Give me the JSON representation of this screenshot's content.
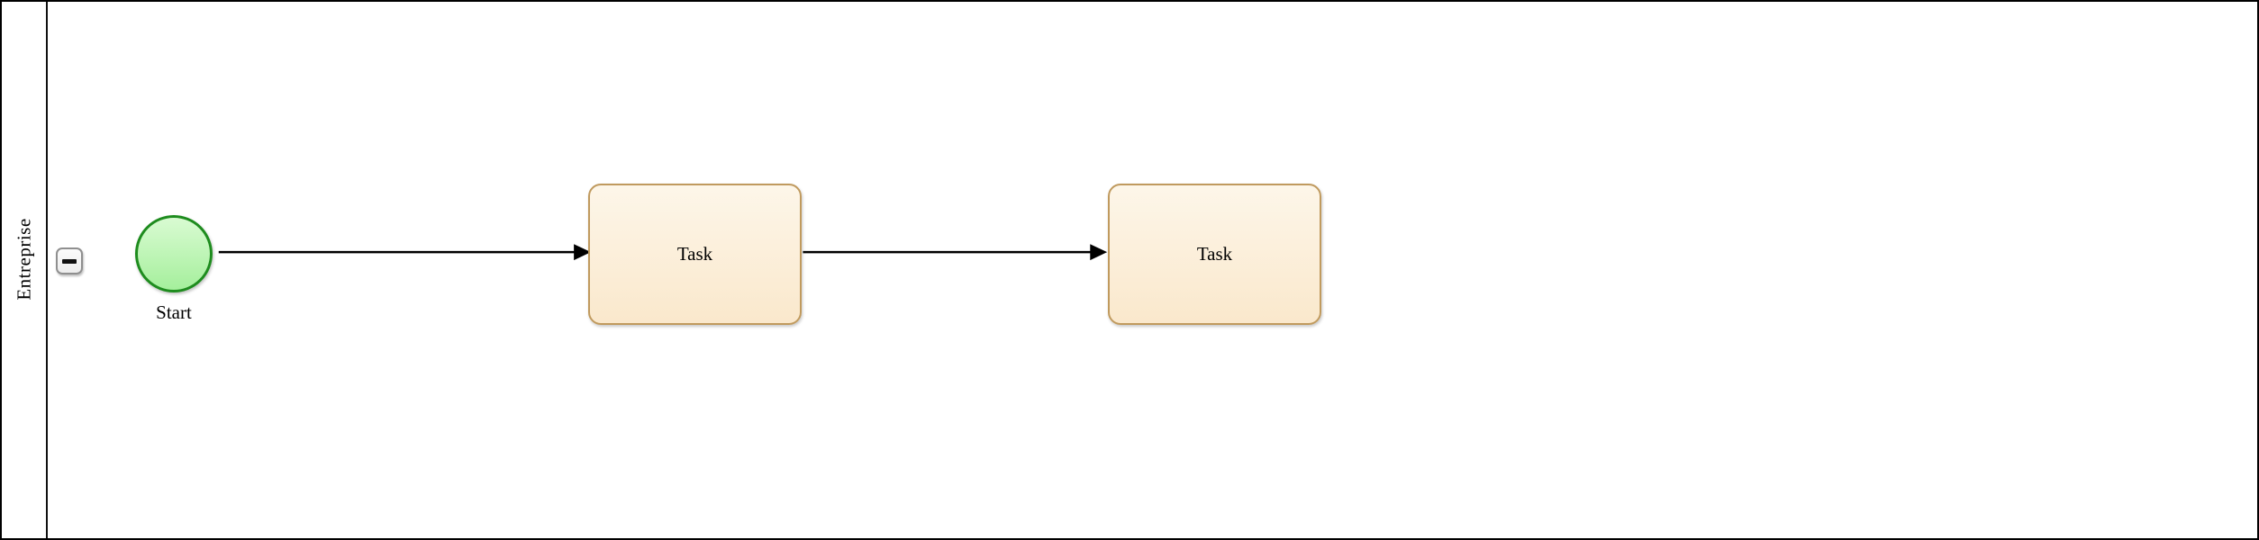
{
  "diagram": {
    "type": "BPMN process diagram",
    "pool": {
      "lane_label": "Entreprise",
      "collapse_icon": "minus"
    },
    "nodes": [
      {
        "id": "start-event",
        "kind": "start-event",
        "label": "Start"
      },
      {
        "id": "task-1",
        "kind": "task",
        "label": "Task"
      },
      {
        "id": "task-2",
        "kind": "task",
        "label": "Task"
      }
    ],
    "edges": [
      {
        "from": "start-event",
        "to": "task-1",
        "kind": "sequence-flow"
      },
      {
        "from": "task-1",
        "to": "task-2",
        "kind": "sequence-flow"
      }
    ],
    "colors": {
      "start_event_stroke": "#1e8c1e",
      "start_event_fill_top": "#d9fbd2",
      "start_event_fill_bottom": "#a5ef9c",
      "task_stroke": "#c09a5e",
      "task_fill_top": "#fdf6e9",
      "task_fill_bottom": "#fae8cc",
      "connector": "#000000",
      "pool_border": "#000000"
    }
  }
}
